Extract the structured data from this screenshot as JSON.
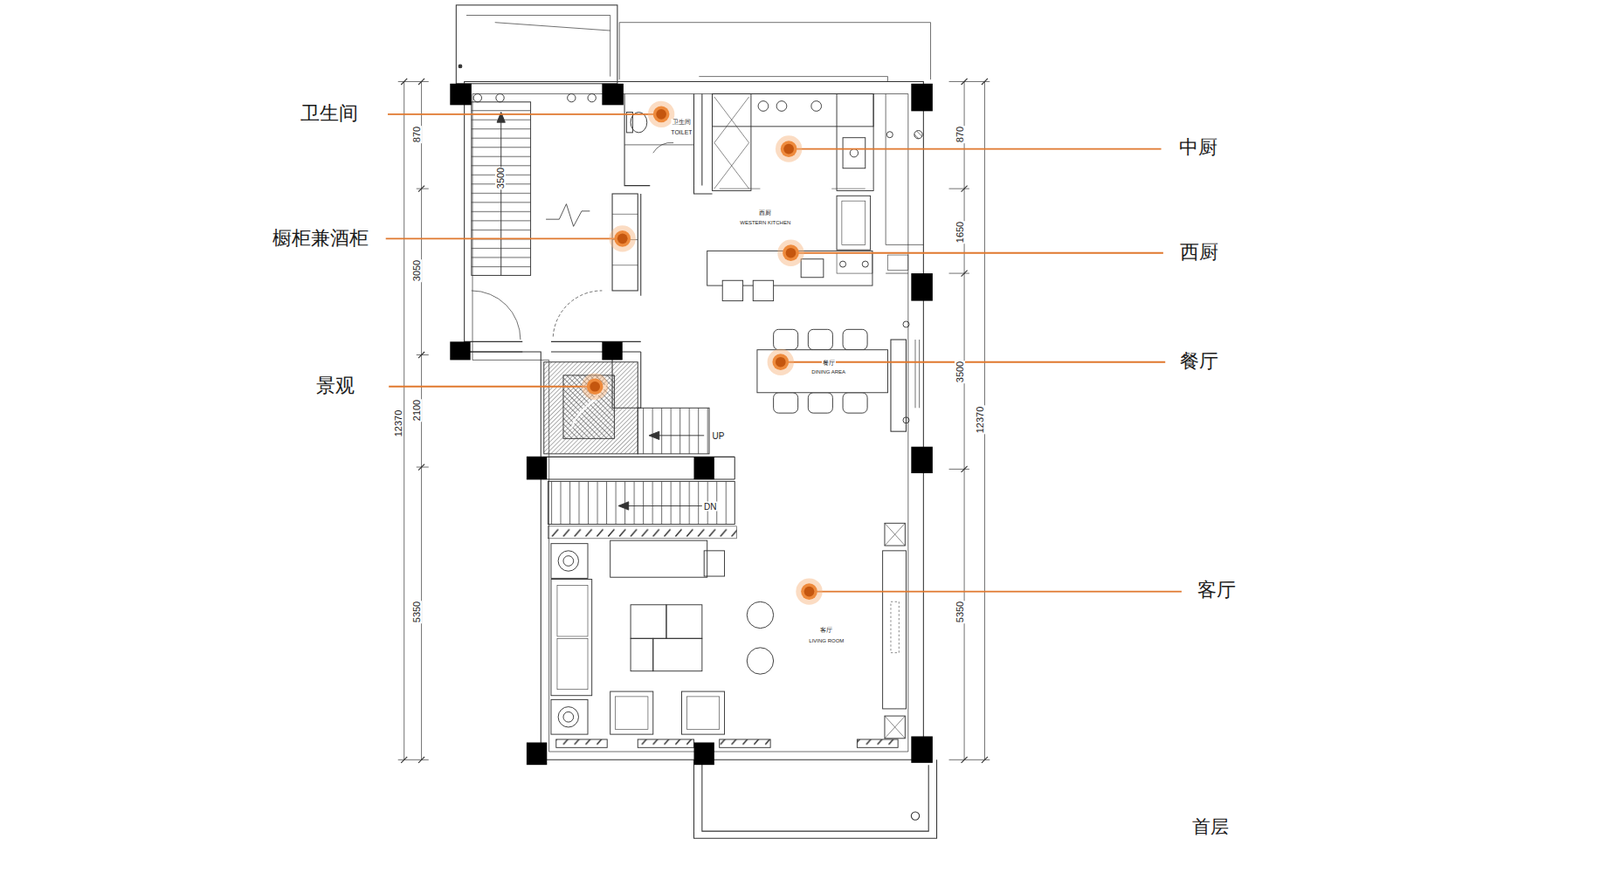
{
  "diagram": {
    "labels": [
      "卫生间",
      "橱柜兼酒柜",
      "景观",
      "中厨",
      "西厨",
      "餐厅",
      "客厅",
      "卫生间",
      "TOILET",
      "西厨",
      "WESTERN KITCHEN",
      "餐厅",
      "DINING AREA",
      "UP",
      "DN",
      "客厅",
      "LIVING ROOM",
      "870",
      "3500",
      "3050",
      "2100",
      "12370",
      "5350",
      "870",
      "1650",
      "3500",
      "12370",
      "5350",
      "首层"
    ]
  }
}
